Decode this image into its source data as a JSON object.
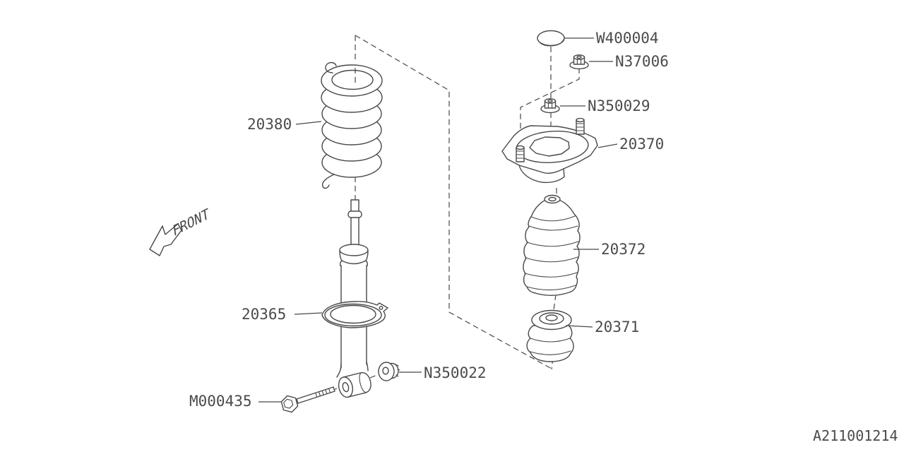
{
  "diagram": {
    "code": "A211001214",
    "front_label": "FRONT",
    "background": "#ffffff",
    "line_color": "#484848",
    "text_color": "#4a4a4a",
    "description": "Rear shock absorber exploded parts diagram"
  },
  "parts": {
    "coil_spring": {
      "number": "20380"
    },
    "shock_absorber": {
      "number": "20365"
    },
    "strut_mount": {
      "number": "20370"
    },
    "dust_cover": {
      "number": "20372"
    },
    "helper_rubber": {
      "number": "20371"
    },
    "cap": {
      "number": "W400004"
    },
    "nut_top": {
      "number": "N37006"
    },
    "nut_mount": {
      "number": "N350029"
    },
    "nut_lower": {
      "number": "N350022"
    },
    "bolt_lower": {
      "number": "M000435"
    }
  }
}
